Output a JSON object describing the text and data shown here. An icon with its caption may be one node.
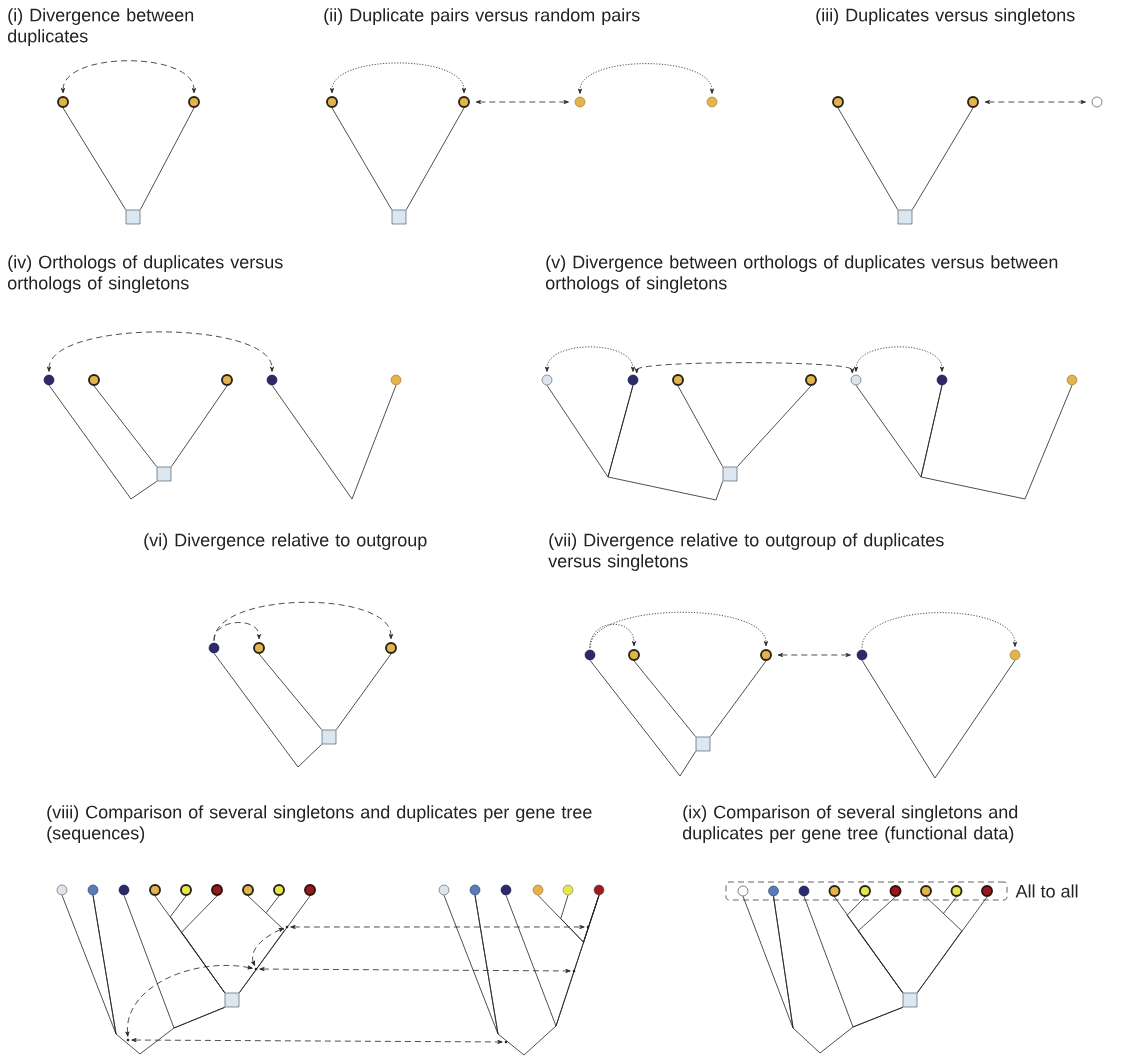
{
  "diagram": {
    "nodes": [
      {
        "text": [],
        "shape": "circle"
      },
      {
        "text": [],
        "shape": "circle"
      },
      {
        "text": [],
        "shape": "box"
      },
      {
        "text": [],
        "shape": "circle"
      },
      {
        "text": [],
        "shape": "circle"
      },
      {
        "text": [],
        "shape": "circle"
      },
      {
        "text": [],
        "shape": "circle"
      },
      {
        "text": [],
        "shape": "box"
      },
      {
        "text": [],
        "shape": "circle"
      },
      {
        "text": [],
        "shape": "circle"
      },
      {
        "text": [],
        "shape": "circle"
      },
      {
        "text": [],
        "shape": "box"
      },
      {
        "text": [],
        "shape": "circle"
      },
      {
        "text": [],
        "shape": "circle"
      },
      {
        "text": [],
        "shape": "circle"
      },
      {
        "text": [],
        "shape": "circle"
      },
      {
        "text": [],
        "shape": "circle"
      },
      {
        "text": [],
        "shape": "box"
      },
      {
        "text": [],
        "shape": "circle"
      },
      {
        "text": [],
        "shape": "circle"
      },
      {
        "text": [],
        "shape": "circle"
      },
      {
        "text": [],
        "shape": "circle"
      },
      {
        "text": [],
        "shape": "circle"
      },
      {
        "text": [],
        "shape": "circle"
      },
      {
        "text": [],
        "shape": "circle"
      },
      {
        "text": [],
        "shape": "box"
      },
      {
        "text": [],
        "shape": "circle"
      },
      {
        "text": [],
        "shape": "circle"
      },
      {
        "text": [],
        "shape": "circle"
      },
      {
        "text": [],
        "shape": "box"
      },
      {
        "text": [],
        "shape": "circle"
      },
      {
        "text": [],
        "shape": "circle"
      },
      {
        "text": [],
        "shape": "circle"
      },
      {
        "text": [],
        "shape": "circle"
      },
      {
        "text": [],
        "shape": "circle"
      },
      {
        "text": [],
        "shape": "box"
      },
      {
        "text": [],
        "shape": "circle"
      },
      {
        "text": [],
        "shape": "circle"
      },
      {
        "text": [],
        "shape": "circle"
      },
      {
        "text": [],
        "shape": "circle"
      },
      {
        "text": [],
        "shape": "circle"
      },
      {
        "text": [],
        "shape": "circle"
      },
      {
        "text": [],
        "shape": "circle"
      },
      {
        "text": [],
        "shape": "circle"
      },
      {
        "text": [],
        "shape": "circle"
      },
      {
        "text": [],
        "shape": "box"
      },
      {
        "text": [],
        "shape": "circle"
      },
      {
        "text": [],
        "shape": "circle"
      },
      {
        "text": [],
        "shape": "circle"
      },
      {
        "text": [],
        "shape": "circle"
      },
      {
        "text": [],
        "shape": "circle"
      },
      {
        "text": [],
        "shape": "circle"
      },
      {
        "text": [
          "All to all"
        ]
      },
      {
        "text": [],
        "shape": "circle",
        "in": 52
      },
      {
        "text": [],
        "shape": "circle",
        "in": 52
      },
      {
        "text": [],
        "shape": "circle",
        "in": 52
      },
      {
        "text": [],
        "shape": "circle",
        "in": 52
      },
      {
        "text": [],
        "shape": "circle",
        "in": 52
      },
      {
        "text": [],
        "shape": "circle",
        "in": 52
      },
      {
        "text": [],
        "shape": "circle",
        "in": 52
      },
      {
        "text": [],
        "shape": "circle",
        "in": 52
      },
      {
        "text": [],
        "shape": "circle",
        "in": 52
      },
      {
        "text": [],
        "shape": "box"
      },
      {
        "text": [],
        "shape": "dot"
      },
      {
        "text": [],
        "shape": "dot"
      },
      {
        "text": [],
        "shape": "dot"
      },
      {
        "text": [],
        "shape": "dot"
      },
      {
        "text": [],
        "shape": "dot"
      },
      {
        "text": [],
        "shape": "dot"
      }
    ],
    "edges": [
      {
        "from": 0,
        "to": 1,
        "arrow": "both",
        "style": "dashed"
      },
      {
        "from": 3,
        "to": 4,
        "arrow": "both",
        "style": "dashed"
      },
      {
        "from": 4,
        "to": 5,
        "arrow": "both",
        "style": "dashed"
      },
      {
        "from": 5,
        "to": 6,
        "arrow": "both",
        "style": "dashed"
      },
      {
        "from": 9,
        "to": 10,
        "arrow": "both",
        "style": "dashed"
      },
      {
        "from": 12,
        "to": 15,
        "arrow": "both",
        "style": "dashed"
      },
      {
        "from": 18,
        "to": 19,
        "arrow": "both",
        "style": "dashed"
      },
      {
        "from": 19,
        "to": 22,
        "arrow": "both",
        "style": "dashed"
      },
      {
        "from": 22,
        "to": 23,
        "arrow": "both",
        "style": "dashed"
      },
      {
        "from": 26,
        "to": 27,
        "arrow": "to",
        "style": "dashed"
      },
      {
        "from": 26,
        "to": 28,
        "arrow": "to",
        "style": "dashed"
      },
      {
        "from": 30,
        "to": 31,
        "arrow": "to",
        "style": "dashed"
      },
      {
        "from": 30,
        "to": 32,
        "arrow": "to",
        "style": "dashed"
      },
      {
        "from": 32,
        "to": 33,
        "arrow": "both",
        "style": "dashed"
      },
      {
        "from": 33,
        "to": 34,
        "arrow": "to",
        "style": "dashed"
      },
      {
        "from": 63,
        "to": 65,
        "arrow": "both",
        "style": "dashed"
      },
      {
        "from": 64,
        "to": 66,
        "arrow": "both",
        "style": "dashed"
      },
      {
        "from": 67,
        "to": 68,
        "arrow": "both",
        "style": "dashed"
      },
      {
        "from": 67,
        "to": 64,
        "arrow": "both",
        "style": "dashed"
      },
      {
        "from": 64,
        "to": 63,
        "arrow": "both",
        "style": "dashed"
      },
      {
        "from": 0,
        "to": 2,
        "arrow": "none"
      },
      {
        "from": 1,
        "to": 2,
        "arrow": "none"
      },
      {
        "from": 3,
        "to": 7,
        "arrow": "none"
      },
      {
        "from": 4,
        "to": 7,
        "arrow": "none"
      },
      {
        "from": 8,
        "to": 11,
        "arrow": "none"
      },
      {
        "from": 9,
        "to": 11,
        "arrow": "none"
      },
      {
        "from": 12,
        "to": 17,
        "arrow": "none"
      },
      {
        "from": 13,
        "to": 17,
        "arrow": "none"
      },
      {
        "from": 14,
        "to": 17,
        "arrow": "none"
      },
      {
        "from": 15,
        "to": 16,
        "arrow": "none"
      },
      {
        "from": 18,
        "to": 19,
        "arrow": "none"
      },
      {
        "from": 19,
        "to": 25,
        "arrow": "none"
      },
      {
        "from": 20,
        "to": 25,
        "arrow": "none"
      },
      {
        "from": 21,
        "to": 25,
        "arrow": "none"
      },
      {
        "from": 22,
        "to": 23,
        "arrow": "none"
      },
      {
        "from": 23,
        "to": 24,
        "arrow": "none"
      },
      {
        "from": 26,
        "to": 29,
        "arrow": "none"
      },
      {
        "from": 27,
        "to": 29,
        "arrow": "none"
      },
      {
        "from": 28,
        "to": 29,
        "arrow": "none"
      },
      {
        "from": 30,
        "to": 35,
        "arrow": "none"
      },
      {
        "from": 31,
        "to": 35,
        "arrow": "none"
      },
      {
        "from": 32,
        "to": 35,
        "arrow": "none"
      },
      {
        "from": 33,
        "to": 34,
        "arrow": "none"
      },
      {
        "from": 36,
        "to": 37,
        "arrow": "none"
      },
      {
        "from": 37,
        "to": 45,
        "arrow": "none"
      },
      {
        "from": 38,
        "to": 45,
        "arrow": "none"
      },
      {
        "from": 39,
        "to": 45,
        "arrow": "none"
      },
      {
        "from": 40,
        "to": 45,
        "arrow": "none"
      },
      {
        "from": 41,
        "to": 45,
        "arrow": "none"
      },
      {
        "from": 42,
        "to": 45,
        "arrow": "none"
      },
      {
        "from": 43,
        "to": 45,
        "arrow": "none"
      },
      {
        "from": 44,
        "to": 45,
        "arrow": "none"
      },
      {
        "from": 46,
        "to": 47,
        "arrow": "none"
      },
      {
        "from": 47,
        "to": 51,
        "arrow": "none"
      },
      {
        "from": 48,
        "to": 51,
        "arrow": "none"
      },
      {
        "from": 49,
        "to": 51,
        "arrow": "none"
      },
      {
        "from": 50,
        "to": 51,
        "arrow": "none"
      },
      {
        "from": 53,
        "to": 54,
        "arrow": "none"
      },
      {
        "from": 54,
        "to": 62,
        "arrow": "none"
      },
      {
        "from": 55,
        "to": 62,
        "arrow": "none"
      },
      {
        "from": 56,
        "to": 62,
        "arrow": "none"
      },
      {
        "from": 57,
        "to": 62,
        "arrow": "none"
      },
      {
        "from": 58,
        "to": 62,
        "arrow": "none"
      },
      {
        "from": 59,
        "to": 62,
        "arrow": "none"
      },
      {
        "from": 60,
        "to": 62,
        "arrow": "none"
      },
      {
        "from": 61,
        "to": 62,
        "arrow": "none"
      }
    ],
    "labels": [
      "(i) Divergence between duplicates",
      "(ii) Duplicate pairs versus random pairs",
      "(iii) Duplicates versus singletons",
      "(iv) Orthologs of duplicates versus orthologs of singletons",
      "(v) Divergence between orthologs of duplicates versus between orthologs of singletons",
      "(vi) Divergence relative to outgroup",
      "(vii) Divergence relative to outgroup of duplicates versus singletons",
      "(viii) Comparison of several singletons and duplicates per gene tree (sequences)",
      "(ix) Comparison of several singletons and duplicates per gene tree (functional data)"
    ]
  }
}
